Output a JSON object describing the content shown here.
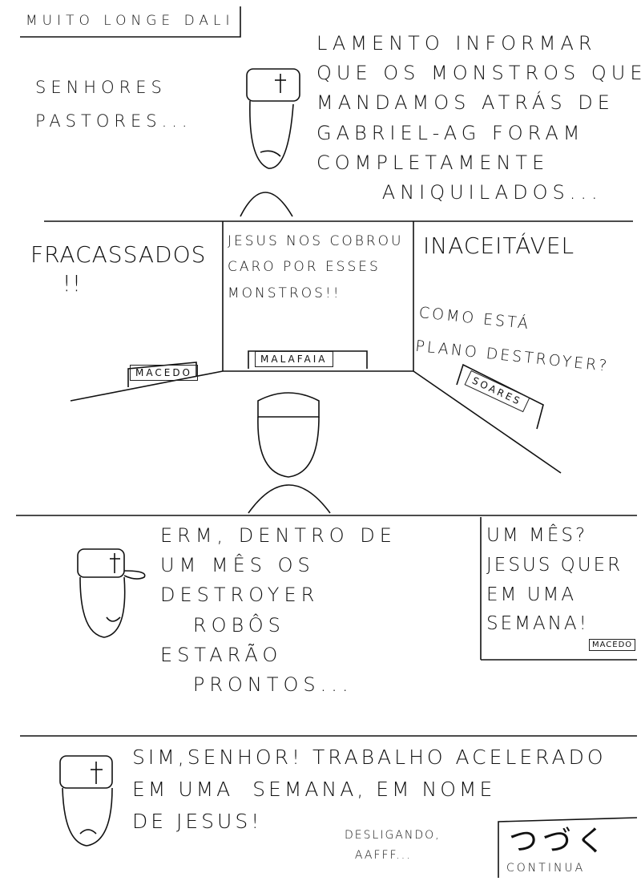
{
  "panel1": {
    "caption": "MUITO LONGE DALI",
    "left_speech": "SENHORES\nPASTORES...",
    "right_speech": "LAMENTO INFORMAR\nQUE OS MONSTROS QUE\nMANDAMOS ATRÁS DE\nGABRIEL-AG FORAM\nCOMPLETAMENTE\n      ANIQUILADOS..."
  },
  "panel2": {
    "left_speech": "FRACASSADOS\n    !!",
    "left_name": "MACEDO",
    "center_speech": "JESUS NOS COBROU\nCARO POR ESSES\nMONSTROS!!",
    "center_name": "MALAFAIA",
    "right_title": "INACEITÁVEL",
    "right_speech": "COMO ESTÁ\nPLANO DESTROYER?",
    "right_name": "SOARES"
  },
  "panel3": {
    "speech": "ERM, DENTRO DE\nUM MÊS OS\nDESTROYER\n   ROBÔS\nESTARÃO\n   PRONTOS...",
    "inset_speech": "UM MÊS?\nJESUS QUER\nEM UMA\nSEMANA!",
    "inset_name": "MACEDO"
  },
  "panel4": {
    "speech": "SIM,SENHOR! TRABALHO ACELERADO\nEM UMA  SEMANA, EM NOME\nDE JESUS!",
    "aside": "DESLIGANDO,\n  AAFFF...",
    "continued_symbol": "つづく",
    "continued_label": "CONTINUA"
  }
}
